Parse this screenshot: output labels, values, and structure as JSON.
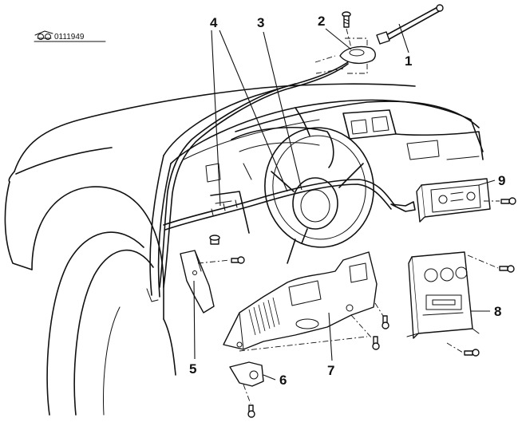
{
  "figure": {
    "code": "0111949",
    "code_icon": "car-key-icon"
  },
  "callouts": [
    "1",
    "2",
    "3",
    "4",
    "5",
    "6",
    "7",
    "8",
    "9"
  ]
}
